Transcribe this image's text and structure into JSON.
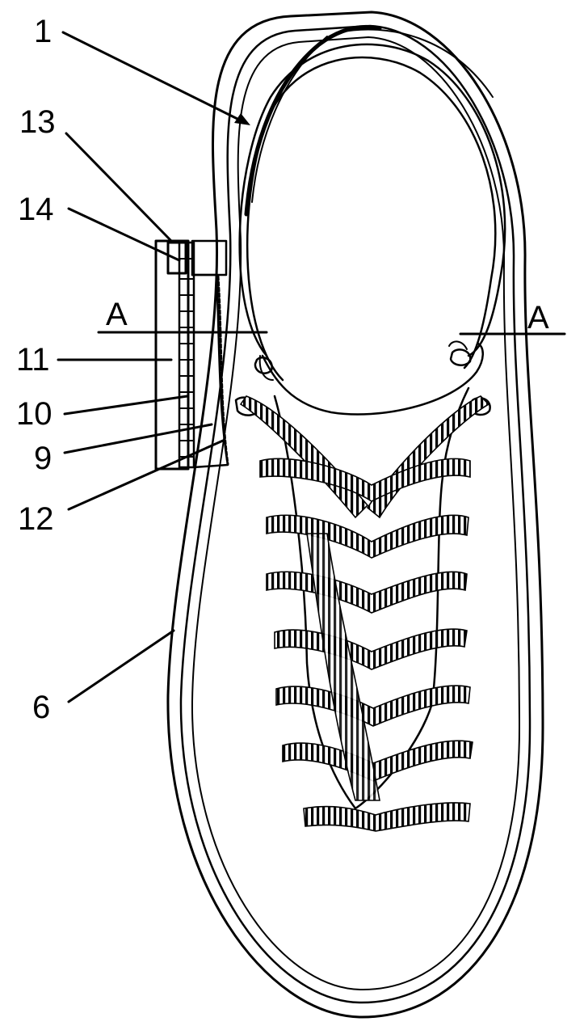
{
  "labels": {
    "l1": "1",
    "l13": "13",
    "l14": "14",
    "l11": "11",
    "l10": "10",
    "l9": "9",
    "l12": "12",
    "l6": "6",
    "section_left": "A",
    "section_right": "A"
  }
}
